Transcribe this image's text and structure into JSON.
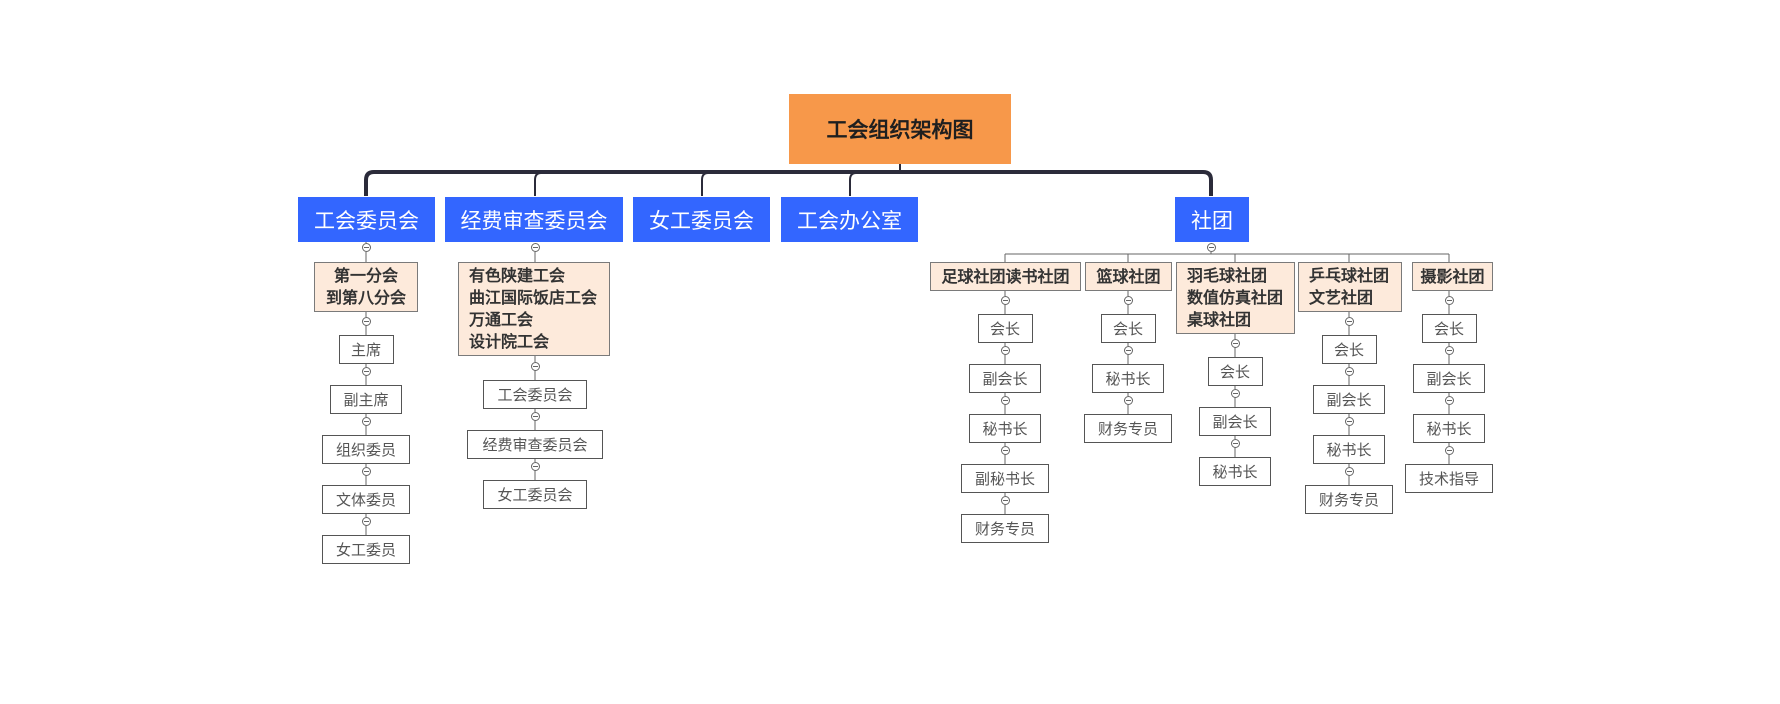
{
  "root": {
    "label": "工会组织架构图"
  },
  "level1": [
    {
      "label": "工会委员会"
    },
    {
      "label": "经费审查委员会"
    },
    {
      "label": "女工委员会"
    },
    {
      "label": "工会办公室"
    },
    {
      "label": "社团"
    }
  ],
  "union_committee": {
    "group": "第一分会\n到第八分会",
    "roles": [
      "主席",
      "副主席",
      "组织委员",
      "文体委员",
      "女工委员"
    ]
  },
  "audit_committee": {
    "group": "有色陕建工会\n曲江国际饭店工会\n万通工会\n设计院工会",
    "roles": [
      "工会委员会",
      "经费审查委员会",
      "女工委员会"
    ]
  },
  "clubs": [
    {
      "group": "足球社团读书社团",
      "roles": [
        "会长",
        "副会长",
        "秘书长",
        "副秘书长",
        "财务专员"
      ]
    },
    {
      "group": "篮球社团",
      "roles": [
        "会长",
        "秘书长",
        "财务专员"
      ]
    },
    {
      "group": "羽毛球社团\n数值仿真社团\n桌球社团",
      "roles": [
        "会长",
        "副会长",
        "秘书长"
      ]
    },
    {
      "group": "乒乓球社团\n文艺社团",
      "roles": [
        "会长",
        "副会长",
        "秘书长",
        "财务专员"
      ]
    },
    {
      "group": "摄影社团",
      "roles": [
        "会长",
        "副会长",
        "秘书长",
        "技术指导"
      ]
    }
  ],
  "colors": {
    "root_fill": "#f7984a",
    "level1_fill": "#3366ff",
    "group_fill": "#fdeadb",
    "connector": "#2b2b3a"
  }
}
